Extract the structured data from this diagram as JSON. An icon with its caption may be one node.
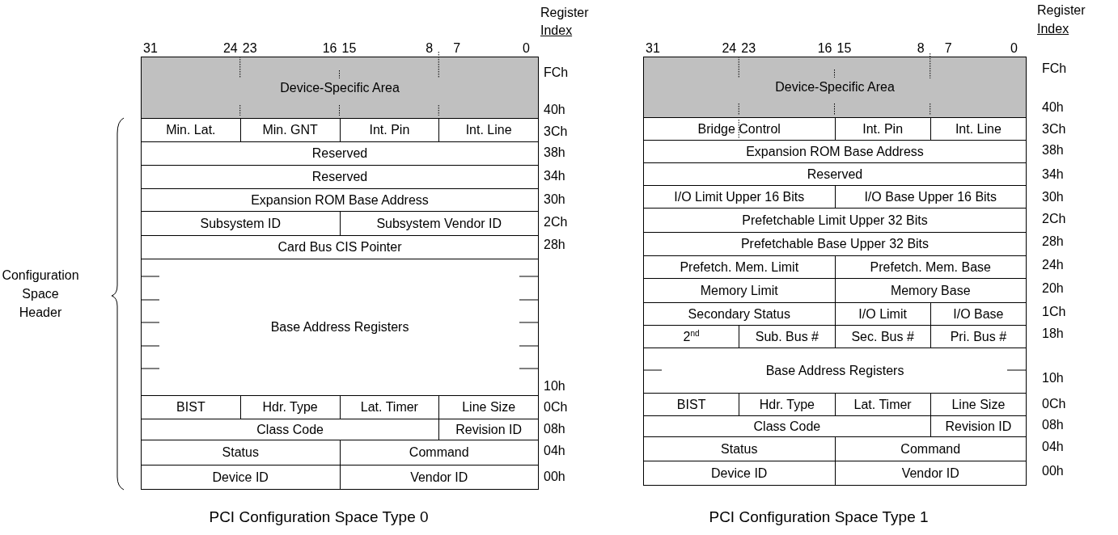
{
  "diagram": {
    "nodes": [
      {
        "text": [
          "Device-Specific Area"
        ]
      },
      {
        "text": [
          "Min. Lat."
        ]
      },
      {
        "text": [
          "Min. GNT"
        ]
      },
      {
        "text": [
          "Int. Pin"
        ]
      },
      {
        "text": [
          "Int. Line"
        ]
      },
      {
        "text": [
          "Reserved"
        ]
      },
      {
        "text": [
          "Reserved"
        ]
      },
      {
        "text": [
          "Expansion ROM Base Address"
        ]
      },
      {
        "text": [
          "Subsystem ID"
        ]
      },
      {
        "text": [
          "Subsystem Vendor ID"
        ]
      },
      {
        "text": [
          "Card Bus CIS Pointer"
        ]
      },
      {
        "text": [
          "Base Address Registers"
        ]
      },
      {
        "text": [
          "BIST"
        ]
      },
      {
        "text": [
          "Hdr. Type"
        ]
      },
      {
        "text": [
          "Lat. Timer"
        ]
      },
      {
        "text": [
          "Line Size"
        ]
      },
      {
        "text": [
          "Class Code"
        ]
      },
      {
        "text": [
          "Revision ID"
        ]
      },
      {
        "text": [
          "Status"
        ]
      },
      {
        "text": [
          "Command"
        ]
      },
      {
        "text": [
          "Device ID"
        ]
      },
      {
        "text": [
          "Vendor ID"
        ]
      },
      {
        "text": [
          "Device-Specific Area"
        ]
      },
      {
        "text": [
          "Bridge Control"
        ]
      },
      {
        "text": [
          "Int. Pin"
        ]
      },
      {
        "text": [
          "Int. Line"
        ]
      },
      {
        "text": [
          "Expansion ROM Base Address"
        ]
      },
      {
        "text": [
          "Reserved"
        ]
      },
      {
        "text": [
          "I/O Limit Upper 16 Bits"
        ]
      },
      {
        "text": [
          "I/O Base Upper 16 Bits"
        ]
      },
      {
        "text": [
          "Prefetchable Limit Upper 32 Bits"
        ]
      },
      {
        "text": [
          "Prefetchable Base Upper 32 Bits"
        ]
      },
      {
        "text": [
          "Prefetch. Mem. Limit"
        ]
      },
      {
        "text": [
          "Prefetch. Mem. Base"
        ]
      },
      {
        "text": [
          "Memory Limit"
        ]
      },
      {
        "text": [
          "Memory Base"
        ]
      },
      {
        "text": [
          "Secondary Status"
        ]
      },
      {
        "text": [
          "I/O Limit"
        ]
      },
      {
        "text": [
          "I/O Base"
        ]
      },
      {
        "text": [
          "2$^{nd}$"
        ]
      },
      {
        "text": [
          "Sub. Bus #"
        ]
      },
      {
        "text": [
          "Sec. Bus #"
        ]
      },
      {
        "text": [
          "Pri. Bus #"
        ]
      },
      {
        "text": [
          "Base Address Registers"
        ]
      },
      {
        "text": [
          "BIST"
        ]
      },
      {
        "text": [
          "Hdr. Type"
        ]
      },
      {
        "text": [
          "Lat. Timer"
        ]
      },
      {
        "text": [
          "Line Size"
        ]
      },
      {
        "text": [
          "Class Code"
        ]
      },
      {
        "text": [
          "Revision ID"
        ]
      },
      {
        "text": [
          "Status"
        ]
      },
      {
        "text": [
          "Command"
        ]
      },
      {
        "text": [
          "Device ID"
        ]
      },
      {
        "text": [
          "Vendor ID"
        ]
      }
    ],
    "labels": [
      "Register",
      "Index",
      "31",
      "24",
      "23",
      "16",
      "15",
      "8",
      "7",
      "0",
      "FCh",
      "40h",
      "3Ch",
      "38h",
      "34h",
      "30h",
      "2Ch",
      "28h",
      "10h",
      "0Ch",
      "08h",
      "04h",
      "00h",
      "Configuration Space Header",
      "PCI Configuration Space Type 0",
      "Register",
      "Index",
      "31",
      "24",
      "23",
      "16",
      "15",
      "8",
      "7",
      "0",
      "FCh",
      "40h",
      "3Ch",
      "38h",
      "34h",
      "30h",
      "2Ch",
      "28h",
      "24h",
      "20h",
      "1Ch",
      "18h",
      "10h",
      "0Ch",
      "08h",
      "04h",
      "00h",
      "PCI Configuration Space Type 1"
    ]
  }
}
